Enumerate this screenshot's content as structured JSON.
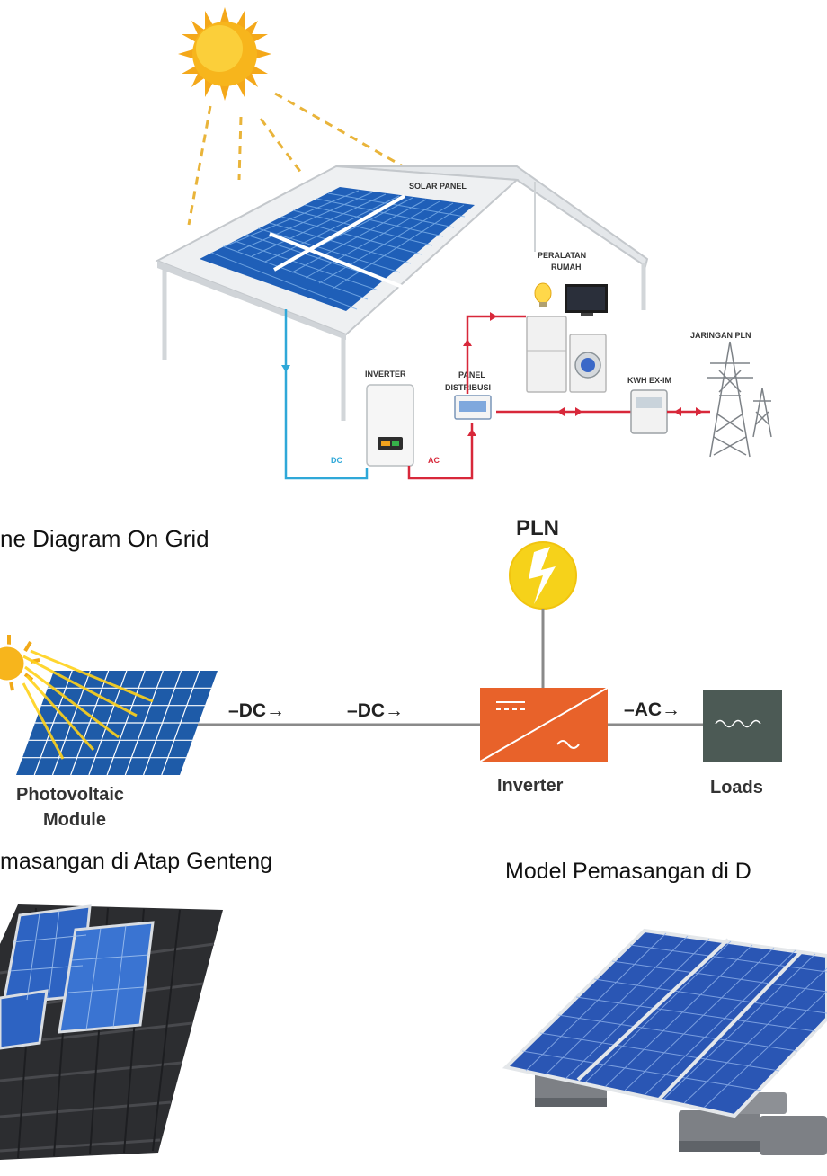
{
  "top_diagram": {
    "solar_panel": "SOLAR PANEL",
    "peralatan_line1": "PERALATAN",
    "peralatan_line2": "RUMAH",
    "jaringan_pln": "JARINGAN PLN",
    "inverter": "INVERTER",
    "panel_line1": "PANEL",
    "panel_line2": "DISTRIBUSI",
    "kwh": "KWH EX-IM",
    "dc": "DC",
    "ac": "AC",
    "colors": {
      "dc_line": "#2fa8d8",
      "ac_line": "#d8283a",
      "sun": "#f7b51c",
      "panel": "#1f5fb8"
    }
  },
  "single_line": {
    "title": "ne Diagram On Grid",
    "pln": "PLN",
    "dc_label": "DC",
    "photovoltaic_line1": "Photovoltaic",
    "photovoltaic_line2": "Module",
    "inverter": "Inverter",
    "ac_label": "AC",
    "loads": "Loads",
    "colors": {
      "inverter": "#e8622a",
      "loads": "#4c5a55",
      "pln_circle": "#f6d21a"
    }
  },
  "install": {
    "roof_title": "masangan di Atap Genteng",
    "ground_title": "Model Pemasangan di D"
  }
}
